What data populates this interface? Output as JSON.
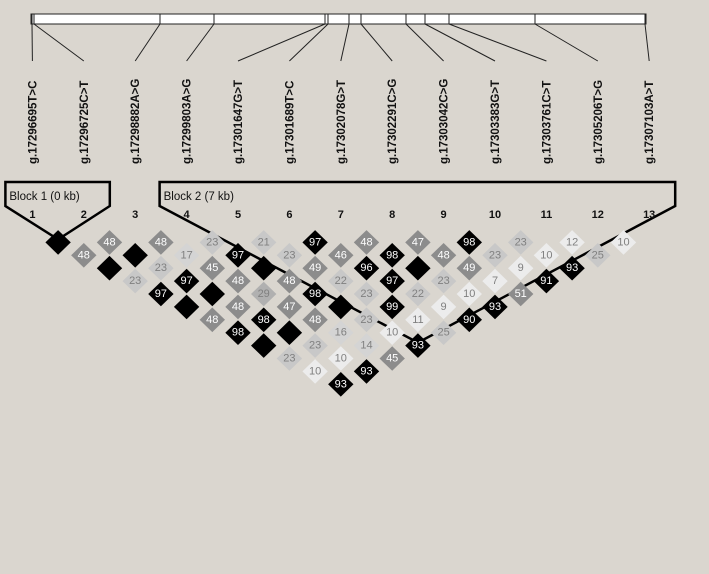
{
  "snps": [
    "g.17296695T>C",
    "g.17296725C>T",
    "g.17298882A>G",
    "g.17299803A>G",
    "g.17301647G>T",
    "g.17301689T>C",
    "g.17302078G>T",
    "g.17302291C>G",
    "g.17303042C>G",
    "g.17303383G>T",
    "g.17303761C>T",
    "g.17305206T>G",
    "g.17307103A>T"
  ],
  "snp_indices": [
    "1",
    "2",
    "3",
    "4",
    "5",
    "6",
    "7",
    "8",
    "9",
    "10",
    "11",
    "12",
    "13"
  ],
  "blocks": [
    {
      "label": "Block 1 (0 kb)",
      "from": 1,
      "to": 2
    },
    {
      "label": "Block 2 (7 kb)",
      "from": 4,
      "to": 13
    }
  ],
  "ld_matrix_note": "pairs listed by marker distance d (1..12); each row holds values for (i, i+d) for i = 1..13-d; null = blank value in a solid black cell",
  "ld_diagonals": [
    [
      null,
      "48",
      "48",
      "23",
      "21",
      "97",
      "48",
      "47",
      "98",
      "23",
      "12",
      "10"
    ],
    [
      "48",
      null,
      "17",
      "97",
      "23",
      "46",
      "98",
      "48",
      "23",
      "10",
      "25"
    ],
    [
      null,
      "23",
      "45",
      null,
      "49",
      "96",
      null,
      "49",
      "9",
      "93"
    ],
    [
      "23",
      "97",
      "48",
      "48",
      "22",
      "97",
      "23",
      "7",
      "91"
    ],
    [
      "97",
      null,
      "29",
      "98",
      "23",
      "22",
      "10",
      "51"
    ],
    [
      null,
      "48",
      "47",
      null,
      "99",
      "9",
      "93"
    ],
    [
      "48",
      "98",
      "48",
      "23",
      "11",
      "90"
    ],
    [
      "98",
      null,
      "16",
      "10",
      "25"
    ],
    [
      null,
      "23",
      "14",
      "93"
    ],
    [
      "23",
      "10",
      "45"
    ],
    [
      "10",
      "93"
    ],
    [
      "93"
    ]
  ],
  "colors": {
    "background": "#dad6cf",
    "black_cell": "#000000",
    "white_cell": "#f0f0f0"
  }
}
